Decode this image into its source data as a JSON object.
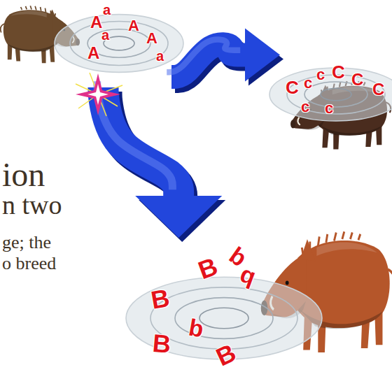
{
  "diagram": {
    "nodes": [
      {
        "text": [
          "a",
          "A",
          "a",
          "A",
          "A",
          "a",
          "A"
        ]
      },
      {
        "text": [
          "C",
          "c",
          "c",
          "C",
          "C",
          "C",
          "c",
          "c"
        ]
      },
      {
        "text": [
          "B",
          "b",
          "b",
          "B",
          "b",
          "B",
          "B"
        ]
      }
    ],
    "edges": [
      {
        "from": 0,
        "to": 1,
        "arrow": "to"
      },
      {
        "from": 0,
        "to": 2,
        "arrow": "to"
      }
    ],
    "labels": [
      "ion",
      "n two",
      "ge; the",
      "o breed"
    ]
  }
}
